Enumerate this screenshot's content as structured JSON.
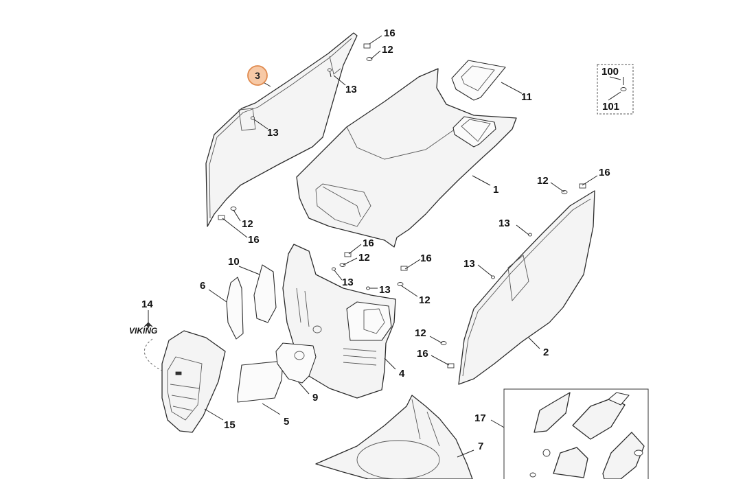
{
  "callouts": {
    "c1": "1",
    "c2": "2",
    "c3": "3",
    "c4": "4",
    "c5": "5",
    "c6": "6",
    "c7": "7",
    "c9": "9",
    "c10": "10",
    "c11": "11",
    "c12a": "12",
    "c12b": "12",
    "c12c": "12",
    "c12d": "12",
    "c12e": "12",
    "c12f": "12",
    "c13a": "13",
    "c13b": "13",
    "c13c": "13",
    "c13d": "13",
    "c13e": "13",
    "c13f": "13",
    "c14": "14",
    "c15": "15",
    "c16a": "16",
    "c16b": "16",
    "c16c": "16",
    "c16d": "16",
    "c16e": "16",
    "c16f": "16",
    "c17": "17",
    "c100": "100",
    "c101": "101"
  },
  "logo_text": "VIKING",
  "highlight": {
    "part": "3",
    "fill_color": "#f7c9a6",
    "stroke_color": "#e08a4e"
  }
}
